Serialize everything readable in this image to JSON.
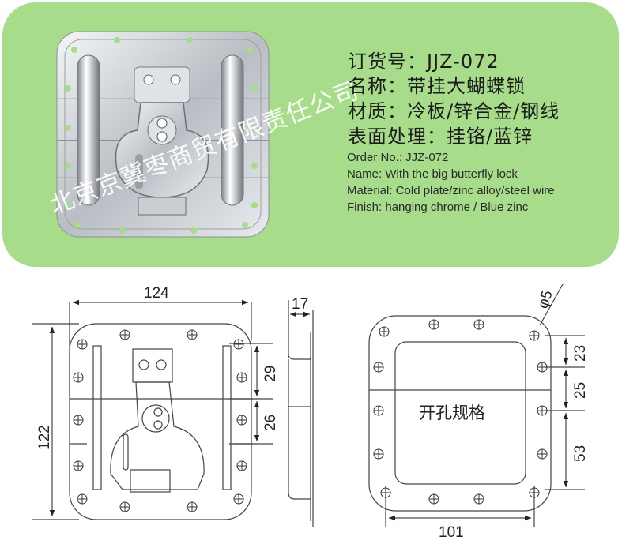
{
  "info": {
    "cn": {
      "order": "订货号：JJZ-072",
      "name": "名称：带挂大蝴蝶锁",
      "material": "材质：冷板/锌合金/钢线",
      "finish": "表面处理：挂铬/蓝锌"
    },
    "en": {
      "order": "Order No.:  JJZ-072",
      "name": "Name: With the big butterfly lock",
      "material": "Material: Cold plate/zinc alloy/steel wire",
      "finish": "Finish: hanging chrome / Blue zinc"
    }
  },
  "watermark": "北京京冀枣商贸有限责任公司",
  "drawing": {
    "width": "124",
    "height": "122",
    "depth": "17",
    "dim_upper": "29",
    "dim_lower": "26",
    "hole": "φ5",
    "cut_width": "101",
    "cut_23": "23",
    "cut_25": "25",
    "cut_53": "53",
    "cutout_label": "开孔规格"
  },
  "colors": {
    "panel": "#a7dc8b"
  }
}
